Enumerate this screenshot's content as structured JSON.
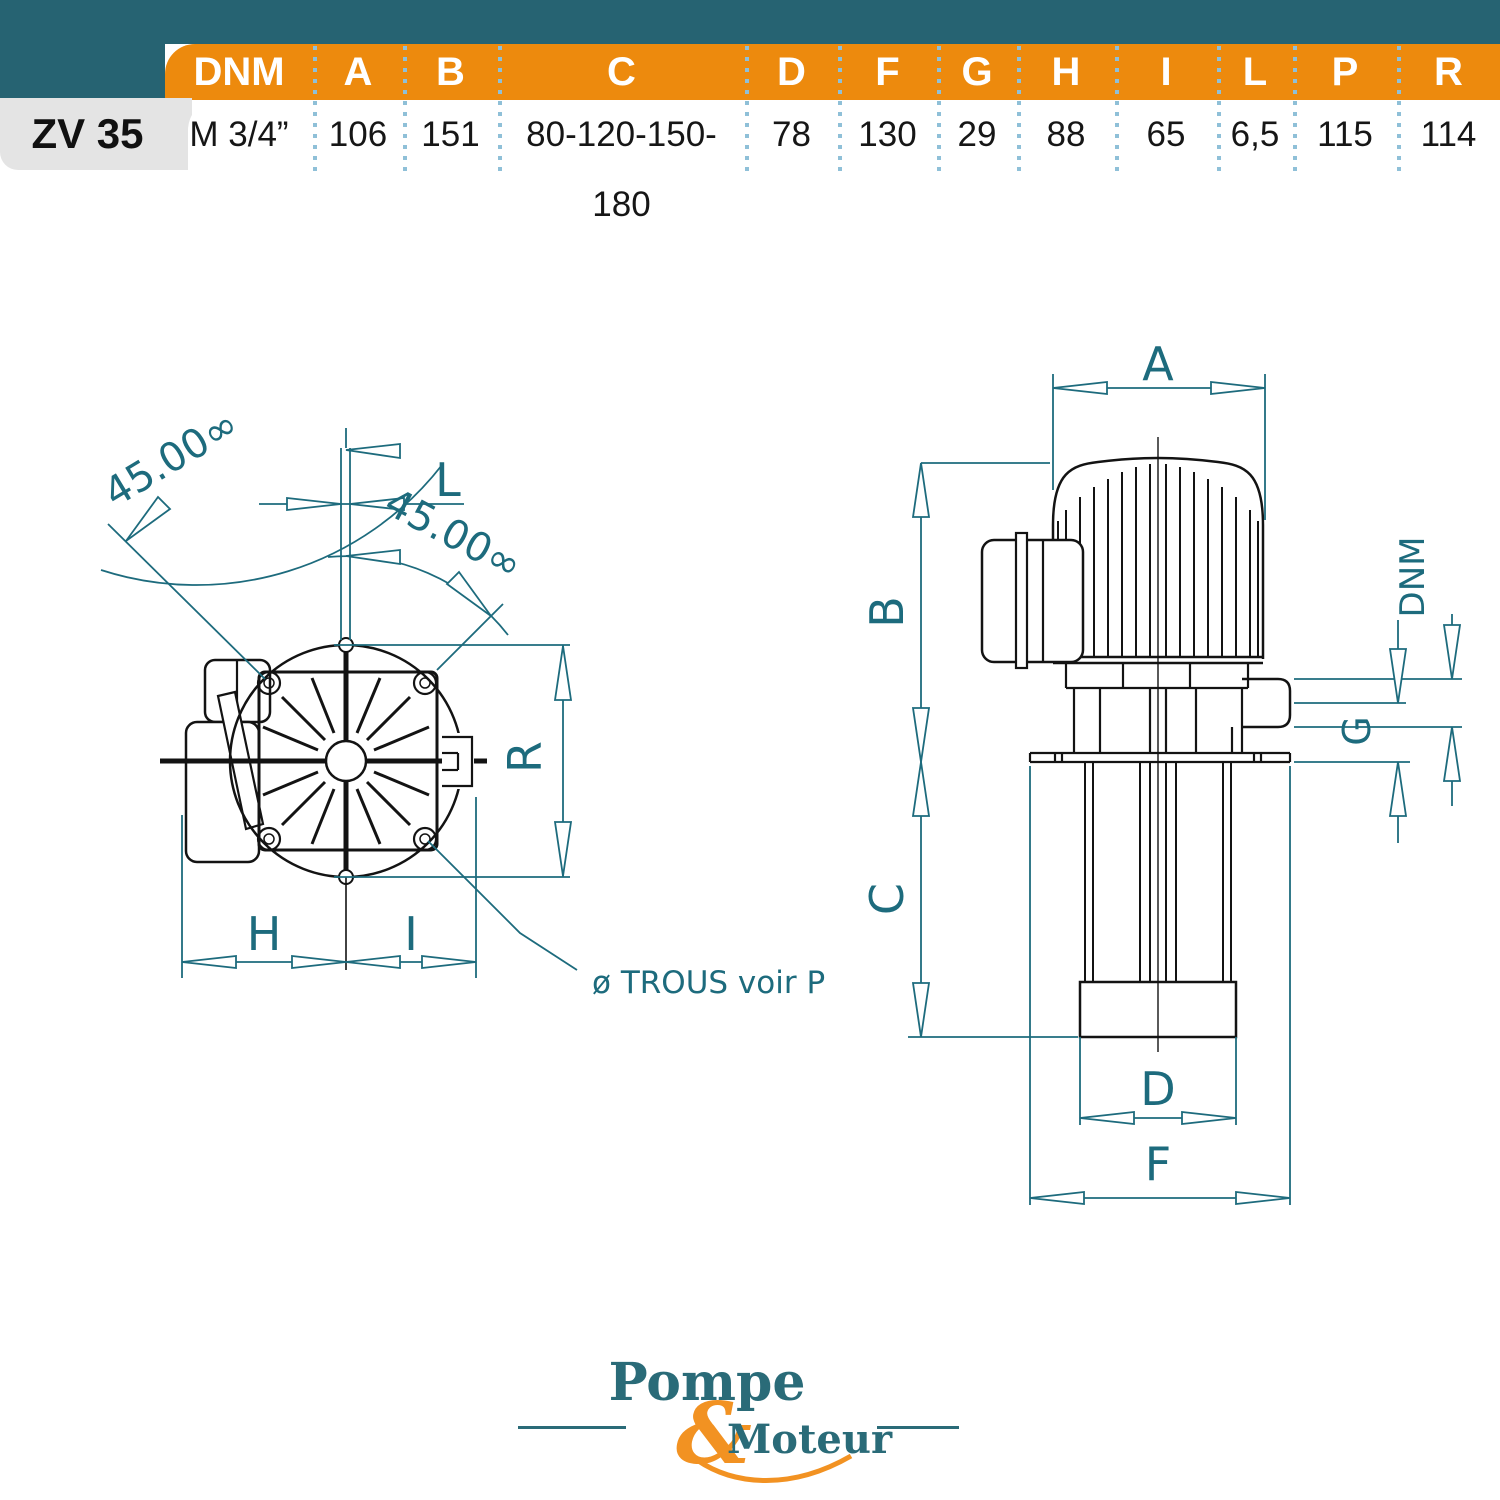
{
  "table": {
    "row_label": "ZV 35",
    "columns": [
      {
        "key": "DNM",
        "value": "M 3/4”"
      },
      {
        "key": "A",
        "value": "106"
      },
      {
        "key": "B",
        "value": "151"
      },
      {
        "key": "C",
        "value": "80-120-150-180"
      },
      {
        "key": "D",
        "value": "78"
      },
      {
        "key": "F",
        "value": "130"
      },
      {
        "key": "G",
        "value": "29"
      },
      {
        "key": "H",
        "value": "88"
      },
      {
        "key": "I",
        "value": "65"
      },
      {
        "key": "L",
        "value": "6,5"
      },
      {
        "key": "P",
        "value": "115"
      },
      {
        "key": "R",
        "value": "114"
      }
    ]
  },
  "front_view": {
    "angle_upper": "45.00∞",
    "angle_lower": "45.00∞",
    "dim_l": "L",
    "dim_r": "R",
    "dim_h": "H",
    "dim_i": "I",
    "note": "ø TROUS voir P"
  },
  "side_view": {
    "dim_a": "A",
    "dim_b": "B",
    "dim_c": "C",
    "dim_d": "D",
    "dim_f": "F",
    "dim_g": "G",
    "dim_dnm": "DNM"
  },
  "logo": {
    "word1": "Pompe",
    "amp": "&",
    "word2": "Moteur"
  },
  "colors": {
    "teal_band": "#266372",
    "orange_header": "#ED8A0D",
    "dimension_teal": "#1d6b7d",
    "logo_teal": "#2A6B78",
    "logo_orange": "#F29222",
    "separator_dots": "#8fc0d8"
  }
}
